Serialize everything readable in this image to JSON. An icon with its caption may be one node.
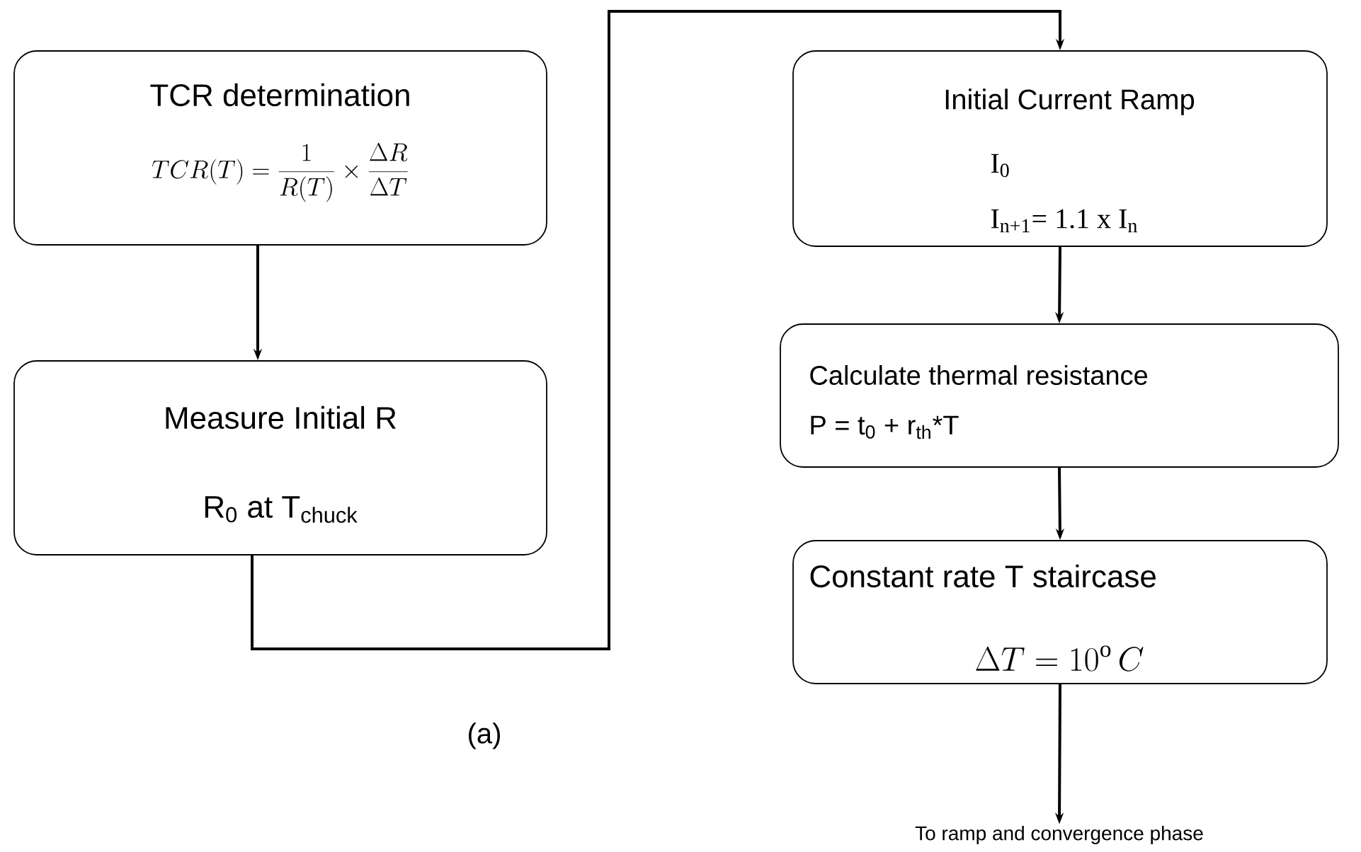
{
  "diagram": {
    "nodes": [
      {
        "text": [
          "TCR determination",
          "TCR(T)=\\frac{1}{R(T)}\\times\\frac{\\Delta R}{\\Delta T}"
        ]
      },
      {
        "text": [
          "Measure Initial R",
          "R$_{0}$ at T$_{chuck}$"
        ]
      },
      {
        "text": [
          "Initial Current Ramp",
          "I$_{0}$",
          "I$_{n+1}$= 1.1 x I$_{n}$"
        ]
      },
      {
        "text": [
          "Calculate thermal resistance",
          "P = t$_{0}$ + r$_{th}$*T"
        ]
      },
      {
        "text": [
          "Constant rate T staircase",
          "\\Delta T = 10^{\\mathrm{o}}\\, C"
        ]
      },
      {
        "text": [
          "To ramp and convergence phase"
        ]
      }
    ],
    "edges": [
      {
        "from": 0,
        "to": 1,
        "arrow": "to"
      },
      {
        "from": 1,
        "to": 2,
        "arrow": "to"
      },
      {
        "from": 2,
        "to": 3,
        "arrow": "to"
      },
      {
        "from": 3,
        "to": 4,
        "arrow": "to"
      },
      {
        "from": 4,
        "to": 5,
        "arrow": "to"
      }
    ],
    "labels": [
      "(a)"
    ]
  }
}
